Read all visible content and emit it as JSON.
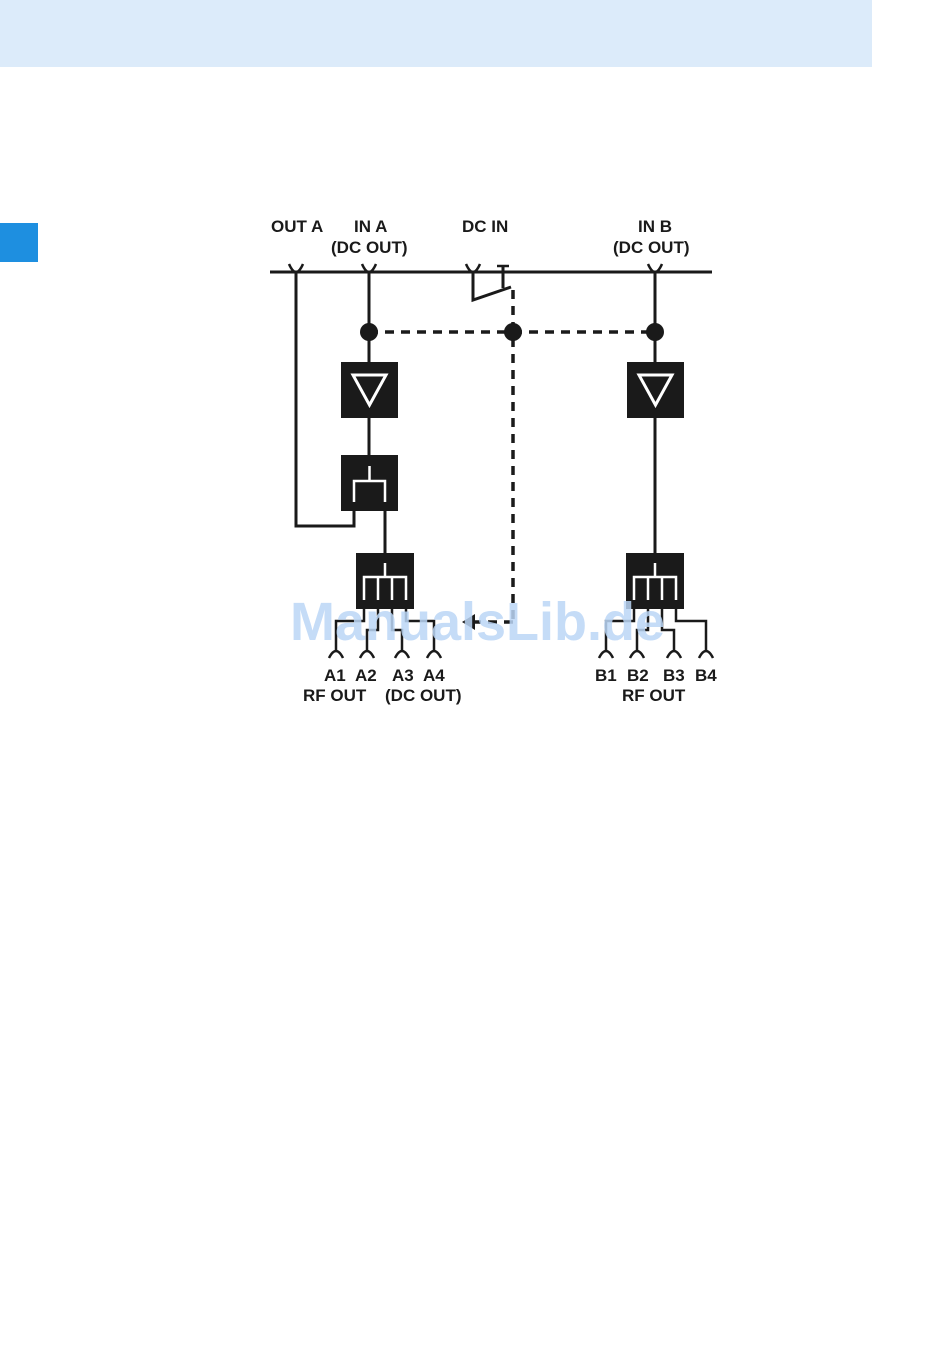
{
  "colors": {
    "header_band": "#dcebfa",
    "side_tab": "#1e8fe0",
    "ink": "#1a1a1a",
    "block_fill": "#1a1a1a",
    "block_symbol": "#ffffff",
    "watermark": "#bcd6f6"
  },
  "diagram": {
    "top_ports": {
      "out_a": "OUT A",
      "in_a": "IN A",
      "in_a_sub": "(DC OUT)",
      "dc_in": "DC IN",
      "in_b": "IN B",
      "in_b_sub": "(DC OUT)"
    },
    "blocks": {
      "amplifier_a": "amplifier-icon",
      "amplifier_b": "amplifier-icon",
      "splitter_a": "two-way-splitter-icon",
      "distributor_a": "four-way-splitter-icon",
      "distributor_b": "four-way-splitter-icon"
    },
    "bottom_ports_a": {
      "a1": "A1",
      "a2": "A2",
      "a3": "A3",
      "a4": "A4",
      "caption_rf": "RF OUT",
      "caption_dc": "(DC OUT)"
    },
    "bottom_ports_b": {
      "b1": "B1",
      "b2": "B2",
      "b3": "B3",
      "b4": "B4",
      "caption_rf": "RF OUT"
    }
  },
  "watermark": "ManualsLib.de"
}
